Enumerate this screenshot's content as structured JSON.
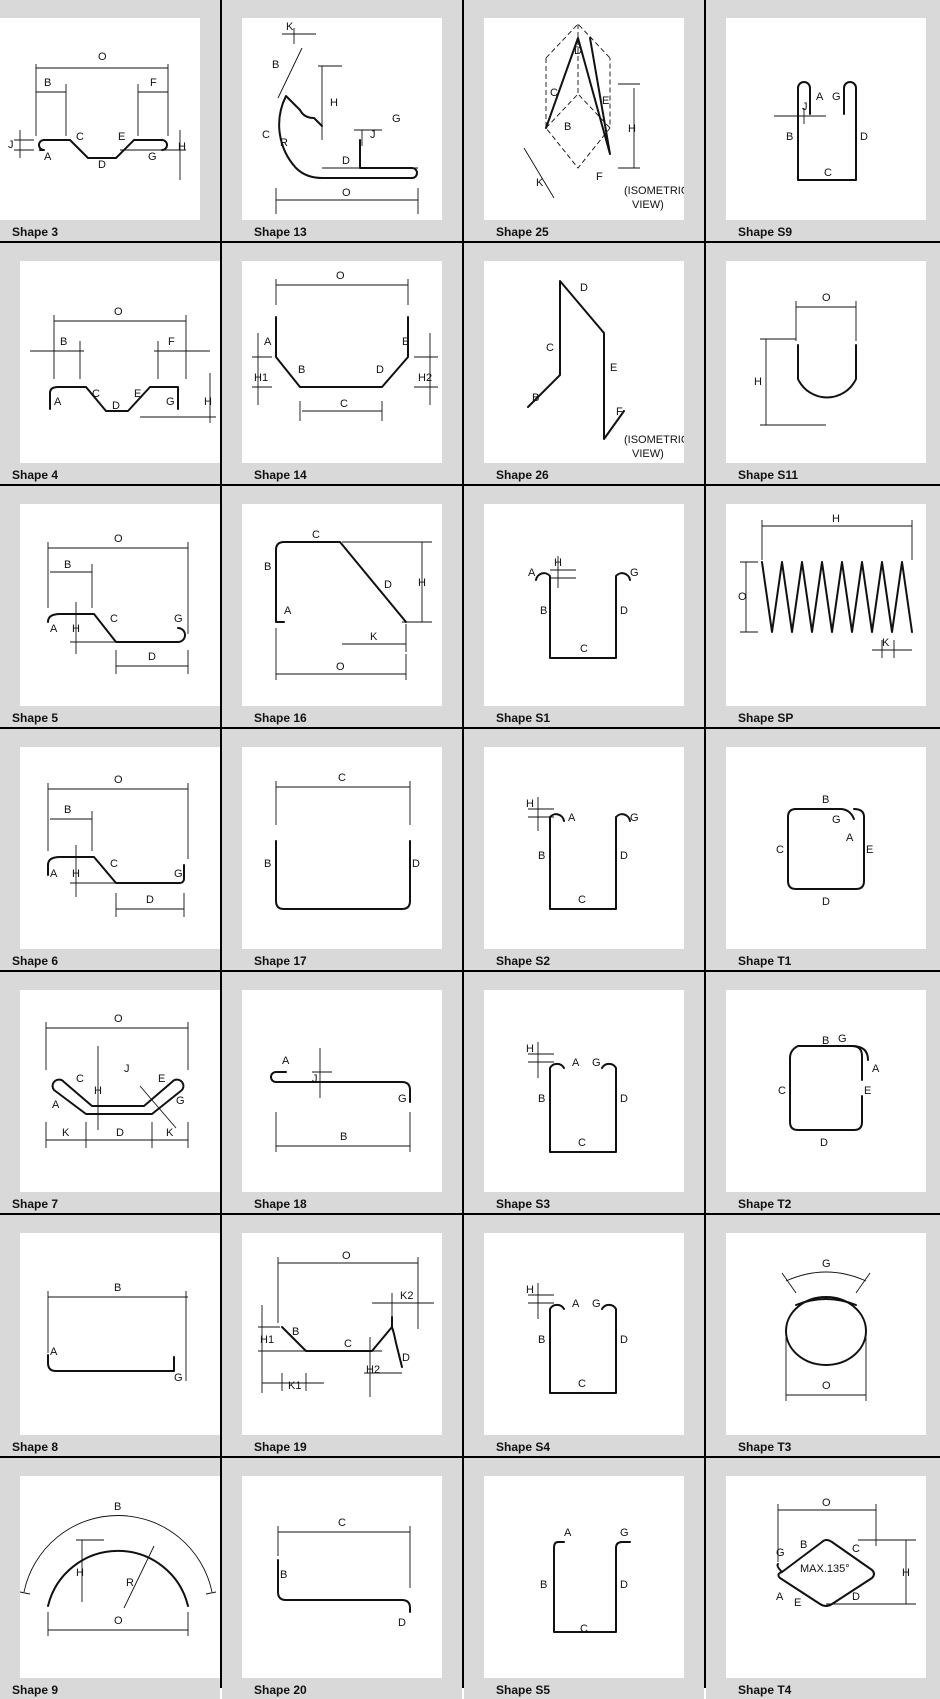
{
  "cells": [
    {
      "caption": "Shape 3"
    },
    {
      "caption": "Shape 13"
    },
    {
      "caption": "Shape 25"
    },
    {
      "caption": "Shape S9"
    },
    {
      "caption": "Shape 4"
    },
    {
      "caption": "Shape 14"
    },
    {
      "caption": "Shape 26"
    },
    {
      "caption": "Shape S11"
    },
    {
      "caption": "Shape 5"
    },
    {
      "caption": "Shape 16"
    },
    {
      "caption": "Shape S1"
    },
    {
      "caption": "Shape SP"
    },
    {
      "caption": "Shape 6"
    },
    {
      "caption": "Shape 17"
    },
    {
      "caption": "Shape S2"
    },
    {
      "caption": "Shape T1"
    },
    {
      "caption": "Shape 7"
    },
    {
      "caption": "Shape 18"
    },
    {
      "caption": "Shape S3"
    },
    {
      "caption": "Shape T2"
    },
    {
      "caption": "Shape 8"
    },
    {
      "caption": "Shape 19"
    },
    {
      "caption": "Shape S4"
    },
    {
      "caption": "Shape T3"
    },
    {
      "caption": "Shape 9"
    },
    {
      "caption": "Shape 20"
    },
    {
      "caption": "Shape S5"
    },
    {
      "caption": "Shape T4"
    }
  ],
  "labels": {
    "A": "A",
    "B": "B",
    "C": "C",
    "D": "D",
    "E": "E",
    "F": "F",
    "G": "G",
    "H": "H",
    "J": "J",
    "K": "K",
    "O": "O",
    "R": "R",
    "H1": "H1",
    "H2": "H2",
    "K1": "K1",
    "K2": "K2",
    "iso1": "(ISOMETRIC",
    "iso2": "VIEW)",
    "max135": "MAX.135°"
  }
}
